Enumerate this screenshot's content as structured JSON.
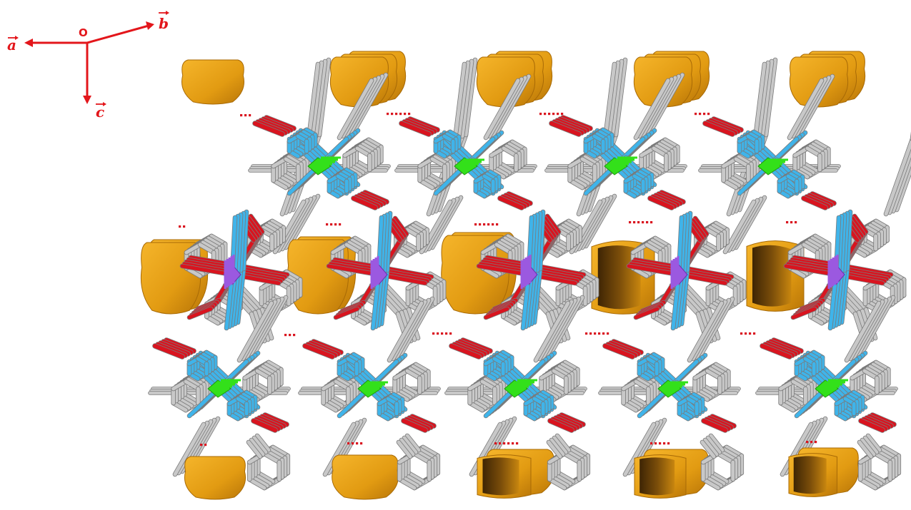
{
  "axes": {
    "origin_label": "O",
    "a_label": "a",
    "b_label": "b",
    "c_label": "c",
    "color": "#e3161b"
  },
  "structure": {
    "columns": 5,
    "layers": [
      "complex-layer-top",
      "cation-layer-middle",
      "complex-layer-bottom"
    ],
    "colors": {
      "carbon": "#c8c8c8",
      "carbon_edge": "#7a7a7a",
      "nitrogen": "#3fb4ea",
      "oxygen": "#d9141f",
      "metal_center_top_bottom": "#33e01a",
      "metal_center_middle": "#9b59e0",
      "void_surface": "#e29b12",
      "void_surface_dark": "#6b4208",
      "hbond_dots": "#d9141f"
    }
  }
}
